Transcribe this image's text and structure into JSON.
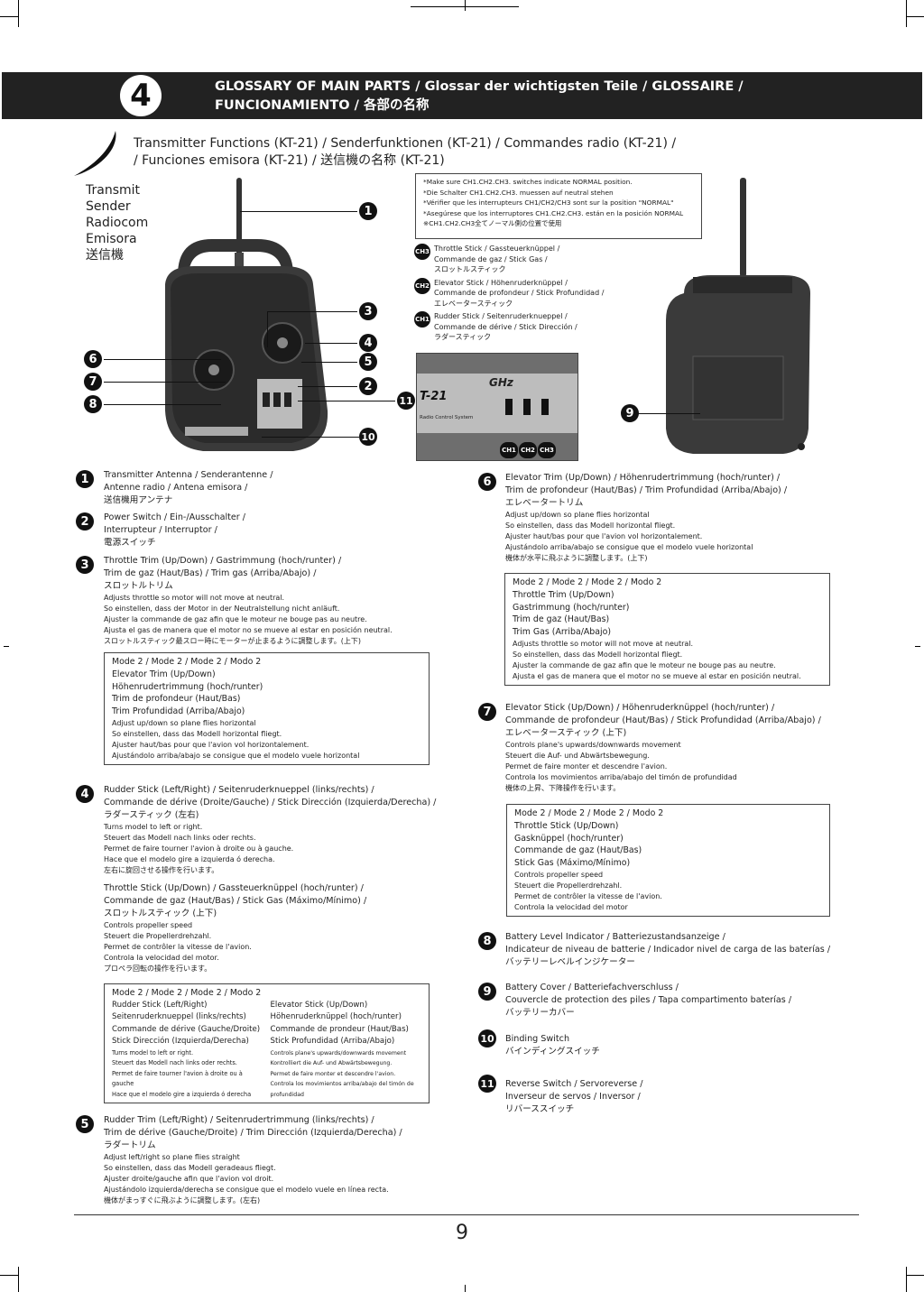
{
  "header": {
    "section_number": "4",
    "title_line1": "GLOSSARY OF MAIN PARTS  /  Glossar der wichtigsten Teile  /  GLOSSAIRE  /",
    "title_line2": "FUNCIONAMIENTO   / 各部の名称"
  },
  "subheader": {
    "line1": "Transmitter Functions (KT-21) /  Senderfunktionen (KT-21)  /  Commandes radio (KT-21) /",
    "line2": "/  Funciones emisora (KT-21)  /  送信機の名称 (KT-21)"
  },
  "side_labels": [
    "Transmit",
    "Sender",
    "Radiocom",
    "Emisora",
    "送信機"
  ],
  "switch_note": [
    "*Make sure CH1.CH2.CH3. switches indicate NORMAL position.",
    "*Die Schalter CH1.CH2.CH3. muessen auf neutral stehen",
    "*Vérifier que les interrupteurs CH1/CH2/CH3 sont sur la position \"NORMAL\"",
    "*Asegúrese que los interruptores CH1.CH2.CH3. están en la posición NORMAL",
    "※CH1.CH2.CH3全てノーマル側の位置で使用"
  ],
  "channels": [
    {
      "badge": "CH3",
      "lines": [
        "Throttle Stick / Gassteuerknüppel /",
        "Commande de gaz / Stick Gas /",
        "スロットルスティック"
      ]
    },
    {
      "badge": "CH2",
      "lines": [
        "Elevator Stick / Höhenruderknüppel /",
        "Commande de profondeur / Stick Profundidad /",
        "エレベータースティック"
      ]
    },
    {
      "badge": "CH1",
      "lines": [
        "Rudder Stick / Seitenruderknueppel /",
        "Commande de dérive / Stick Dirección /",
        "ラダースティック"
      ]
    }
  ],
  "photo_labels": {
    "ghz": "GHz",
    "model": "T-21",
    "system": "Radio Control System",
    "ch_labels": [
      "CH1",
      "CH2",
      "CH3"
    ]
  },
  "callouts": [
    "1",
    "3",
    "4",
    "5",
    "6",
    "7",
    "8",
    "2",
    "11",
    "10",
    "9"
  ],
  "items": {
    "i1": {
      "num": "1",
      "head": [
        "Transmitter Antenna  /  Senderantenne  /",
        "Antenne radio  /  Antena emisora  /",
        "送信機用アンテナ"
      ]
    },
    "i2": {
      "num": "2",
      "head": [
        "Power Switch  /  Ein-/Ausschalter  /",
        "Interrupteur  /  Interruptor  /",
        "電源スイッチ"
      ]
    },
    "i3": {
      "num": "3",
      "head": [
        "Throttle Trim (Up/Down)  /  Gastrimmung (hoch/runter)  /",
        "Trim de gaz (Haut/Bas)  /  Trim gas (Arriba/Abajo)  /",
        "スロットルトリム"
      ],
      "body": [
        "Adjusts throttle so motor will not move at neutral.",
        "So einstellen, dass der Motor in der Neutralstellung nicht anläuft.",
        "Ajuster la commande de gaz afin que le moteur ne bouge pas au neutre.",
        "Ajusta el gas de manera que el motor no se mueve al estar  en posición neutral.",
        "スロットルスティック最スロー時にモーターが止まるように調整します。(上下)"
      ],
      "mode": {
        "title": "Mode 2  /  Mode 2  /  Mode 2  /  Modo 2",
        "heads": [
          "Elevator Trim (Up/Down)",
          "Höhenrudertrimmung (hoch/runter)",
          "Trim de profondeur (Haut/Bas)",
          "Trim Profundidad (Arriba/Abajo)"
        ],
        "body": [
          "Adjust up/down so plane flies horizontal",
          "So einstellen, dass das Modell horizontal fliegt.",
          "Ajuster haut/bas pour que l'avion vol horizontalement.",
          "Ajustándolo arriba/abajo se consigue que el modelo vuele horizontal"
        ]
      }
    },
    "i4": {
      "num": "4",
      "head": [
        "Rudder Stick (Left/Right)  /  Seitenruderknueppel (links/rechts)  /",
        "Commande de dérive (Droite/Gauche) /  Stick Dirección (Izquierda/Derecha) /",
        "ラダースティック (左右)"
      ],
      "body": [
        "Turns model to left or right.",
        "Steuert das Modell nach links oder rechts.",
        "Permet de faire tourner l'avion à droite ou à gauche.",
        "Hace que el modelo gire a izquierda ó derecha.",
        "左右に旋回させる操作を行います。"
      ],
      "head2": [
        "Throttle Stick (Up/Down)  /  Gassteuerknüppel (hoch/runter)  /",
        "Commande de gaz (Haut/Bas) /  Stick Gas (Máximo/Mínimo)  /",
        "スロットルスティック (上下)"
      ],
      "body2": [
        "Controls propeller speed",
        "Steuert die Propellerdrehzahl.",
        "Permet de contrôler la vitesse de l'avion.",
        "Controla la velocidad del motor.",
        "プロペラ回転の操作を行います。"
      ],
      "mode": {
        "title": "Mode 2  /  Mode 2  /  Mode 2  /  Modo 2",
        "left_heads": [
          "Rudder Stick (Left/Right)",
          "Seitenruderknueppel (links/rechts)",
          "Commande de dérive (Gauche/Droite)",
          "Stick Dirección (Izquierda/Derecha)"
        ],
        "left_body": [
          "Turns model to left or right.",
          "Steuert das Modell nach links oder rechts.",
          "Permet de faire tourner l'avion à droite ou à gauche",
          "Hace que el modelo gire a izquierda ó derecha"
        ],
        "right_heads": [
          "Elevator Stick (Up/Down)",
          "Höhenruderknüppel (hoch/runter)",
          "Commande de prondeur (Haut/Bas)",
          "Stick Profundidad (Arriba/Abajo)"
        ],
        "right_body": [
          "Controls plane's upwards/downwards movement",
          "Kontrolliert die Auf- und Abwärtsbewegung.",
          "Permet de faire monter et descendre l'avion.",
          "Controla los movimientos arriba/abajo del timón de profundidad"
        ]
      }
    },
    "i5": {
      "num": "5",
      "head": [
        "Rudder Trim (Left/Right)  /  Seitenrudertrimmung (links/rechts)  /",
        "Trim de dérive (Gauche/Droite) /  Trim Dirección (Izquierda/Derecha)  /",
        "ラダートリム"
      ],
      "body": [
        "Adjust left/right so plane flies straight",
        "So einstellen, dass das Modell geradeaus fliegt.",
        "Ajuster droite/gauche afin que l'avion vol droit.",
        "Ajustándolo izquierda/derecha se consigue que el modelo vuele en línea recta.",
        "機体がまっすぐに飛ぶように調整します。(左右)"
      ]
    },
    "i6": {
      "num": "6",
      "head": [
        "Elevator Trim (Up/Down)  /  Höhenrudertrimmung (hoch/runter)  /",
        "Trim de profondeur (Haut/Bas) /  Trim Profundidad (Arriba/Abajo)  /",
        "エレベータートリム"
      ],
      "body": [
        "Adjust up/down so plane flies horizontal",
        "So einstellen, dass das Modell horizontal fliegt.",
        "Ajuster haut/bas pour que l'avion vol horizontalement.",
        "Ajustándolo arriba/abajo se consigue que el modelo vuele horizontal",
        "機体が水平に飛ぶように調整します。(上下)"
      ],
      "mode": {
        "title": "Mode 2  /  Mode 2  / Mode 2  /  Modo 2",
        "heads": [
          "Throttle Trim (Up/Down)",
          "Gastrimmung (hoch/runter)",
          "Trim de gaz (Haut/Bas)",
          "Trim Gas (Arriba/Abajo)"
        ],
        "body": [
          "Adjusts throttle so motor will not move at neutral.",
          "So einstellen, dass das Modell horizontal fliegt.",
          "Ajuster la commande de gaz afin que le moteur ne bouge pas au neutre.",
          "Ajusta el gas de manera que el motor no se mueve al estar  en posición neutral."
        ]
      }
    },
    "i7": {
      "num": "7",
      "head": [
        "Elevator Stick (Up/Down)  /  Höhenruderknüppel (hoch/runter)  /",
        "Commande de profondeur (Haut/Bas)  /  Stick Profundidad (Arriba/Abajo)  /",
        "エレベータースティック (上下)"
      ],
      "body": [
        "Controls plane's upwards/downwards movement",
        "Steuert die Auf- und Abwärtsbewegung.",
        "Permet de faire monter et descendre l'avion.",
        "Controla los movimientos arriba/abajo del timón de profundidad",
        "機体の上昇、下降操作を行います。"
      ],
      "mode": {
        "title": "Mode 2  /  Mode 2  /  Mode 2  /  Modo 2",
        "heads": [
          "Throttle Stick (Up/Down)",
          "Gasknüppel (hoch/runter)",
          "Commande de gaz (Haut/Bas)",
          "Stick Gas (Máximo/Mínimo)"
        ],
        "body": [
          "Controls propeller speed",
          "Steuert die Propellerdrehzahl.",
          "Permet de contrôler la vitesse de l'avion.",
          "Controla la velocidad del motor"
        ]
      }
    },
    "i8": {
      "num": "8",
      "head": [
        "Battery Level Indicator  /  Batteriezustandsanzeige  /",
        "Indicateur de niveau de batterie  /  Indicador nivel de carga de las baterías  /",
        "バッテリーレベルインジケーター"
      ]
    },
    "i9": {
      "num": "9",
      "head": [
        "Battery Cover  /  Batteriefachverschluss  /",
        "Couvercle de protection des piles   /  Tapa compartimento baterías  /",
        "バッテリーカバー"
      ]
    },
    "i10": {
      "num": "10",
      "head": [
        "Binding Switch",
        "バインディングスイッチ"
      ]
    },
    "i11": {
      "num": "11",
      "head": [
        "Reverse Switch  /  Servoreverse  /",
        "Inverseur de servos  /  Inversor  /",
        "リバーススイッチ"
      ]
    }
  },
  "footer": {
    "page_number": "9"
  },
  "colors": {
    "header_bg": "#222222",
    "ink": "#222222"
  }
}
